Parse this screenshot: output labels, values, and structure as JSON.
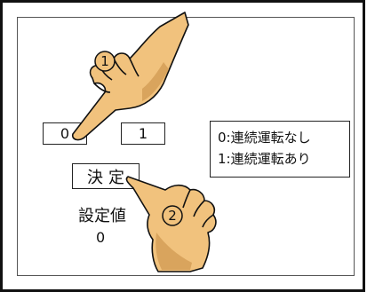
{
  "buttons": {
    "zero_label": "0",
    "one_label": "1",
    "decide_label": "決定"
  },
  "legend": {
    "line1": "0:連続運転なし",
    "line2": "1:連続運転あり"
  },
  "setting": {
    "label": "設定値",
    "value": "0"
  },
  "steps": {
    "step1": "①",
    "step2": "②"
  },
  "colors": {
    "hand_fill": "#f1c27d",
    "hand_shade": "#d9a45d",
    "outline": "#111111"
  }
}
